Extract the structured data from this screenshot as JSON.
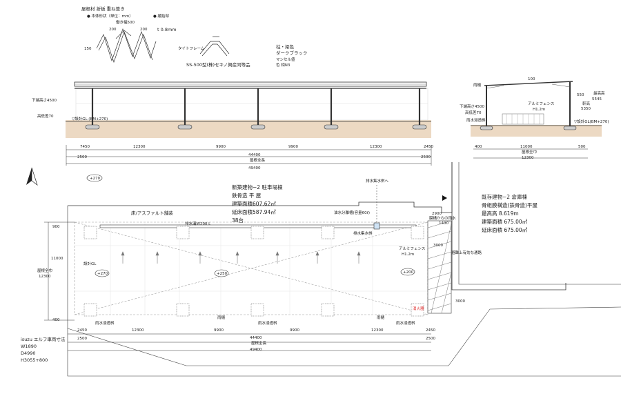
{
  "roof_detail": {
    "title": "屋根材 折板 重ね葺き",
    "note1": "● 本体形状（単位：mm）",
    "note2": "● 緩結部",
    "pitch": "働き幅500",
    "dim_a": "200",
    "dim_b": "200",
    "thickness": "t 0.8mm",
    "height": "150",
    "product": "SS-500型(株)セキノ興産同等品",
    "tight_frame": "タイトフレーム",
    "color_title": "柱・梁色",
    "color_name": "ダークブラック",
    "color_maker": "マンセル値",
    "color_code": "色 相N3"
  },
  "elevation": {
    "eave_height": "下端高さ4500",
    "column_height": "高低差70",
    "ground_line": "▽設計GL (BM+270)",
    "spans": [
      "7450",
      "12300",
      "9900",
      "9900",
      "12300",
      "2450"
    ],
    "left_offset": "2500",
    "right_offset": "2500",
    "total_length": "44400",
    "overall_label": "屋根全長",
    "overall_length": "49400"
  },
  "section": {
    "top_dim": "100",
    "ridge": "雨樋",
    "eave_height": "下端高さ4500",
    "height_diff": "高低差70",
    "rain_pit": "雨水浸透桝",
    "fence": "アルミフェンス",
    "fence_height": "H1.2m",
    "max_height": "最高高",
    "max_height_value": "5545",
    "eave_label": "軒高",
    "eave_value": "5350",
    "dim_550": "550",
    "ground_line": "▽設計GL(BM+270)",
    "spans": [
      "400",
      "11000",
      "500"
    ],
    "overall_label": "屋根全巾",
    "overall_width": "12300"
  },
  "plan": {
    "gl_marker": "+270",
    "new_building": {
      "title": "新築建物−2 駐車場棟",
      "structure": "鉄骨造 平 屋",
      "building_area": "建築面積607.62㎡",
      "floor_area": "延床面積587.94㎡",
      "parking": "38台"
    },
    "existing_building": {
      "title": "既存建物−2 倉庫棟",
      "structure": "骨組膜構造(鉄骨造)平屋",
      "max_height": "最高高 8.619m",
      "building_area": "建築面積 675.00㎡",
      "floor_area": "延床面積 675.00㎡"
    },
    "drain_top": "排水集水桝へ",
    "surface": "床/アスファルト舗装",
    "drain_channel": "排水溝W200 L",
    "oil_separator": "油水分離槽(容量60ℓ)",
    "drain_pit": "排水集水桝",
    "membrane": "膜構からの雨水",
    "fence": "アルミフェンス",
    "fence_height": "H1.2m",
    "passage": "避難上有効な通路",
    "gl_label": "設計GL",
    "gl_left": "+270",
    "gl_mid": "+250",
    "gl_right": "+200",
    "gutter": "雨樋",
    "rain_pit": "雨水浸透桝",
    "fire_label": "消火器",
    "dim_900": "900",
    "dim_11000": "11000",
    "width_label": "屋根全巾",
    "width_value": "12300",
    "dim_400": "400",
    "dim_2900": "2900",
    "dim_1400": "1400",
    "dim_3000_v": "3000",
    "dim_3000_h": "3000",
    "spans": [
      "2450",
      "12300",
      "9900",
      "9900",
      "12300",
      "2450"
    ],
    "left_offset": "2500",
    "right_offset": "2500",
    "total_length": "44400",
    "overall_label": "屋根全長",
    "overall_length": "49400"
  },
  "truck": {
    "title": "isuzu エルフ車両寸法",
    "w": "W1890",
    "d": "D4990",
    "h": "H3055+800"
  }
}
